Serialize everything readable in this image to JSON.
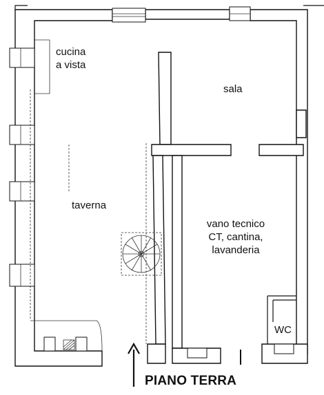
{
  "rooms": {
    "cucina": "cucina\na vista",
    "sala": "sala",
    "taverna": "taverna",
    "vano": "vano tecnico\nCT, cantina,\nlavanderia",
    "wc": "WC"
  },
  "title": "PIANO TERRA"
}
